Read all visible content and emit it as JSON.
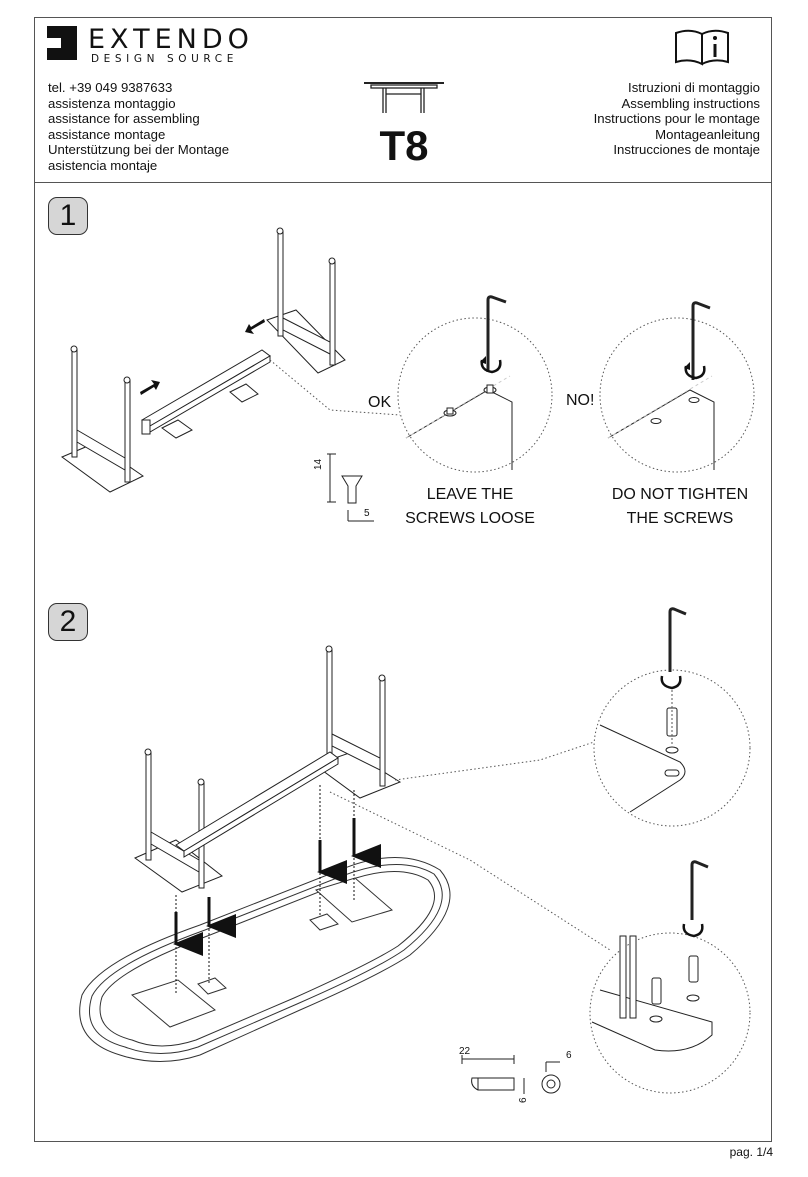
{
  "header": {
    "brand_name": "EXTENDO",
    "brand_tagline": "DESIGN SOURCE",
    "contact_lines": [
      "tel. +39 049 9387633",
      "assistenza montaggio",
      "assistance for assembling",
      "assistance montage",
      "Unterstützung bei der Montage",
      "asistencia montaje"
    ],
    "model": "T8",
    "instruction_lines": [
      "Istruzioni di montaggio",
      "Assembling instructions",
      "Instructions pour le montage",
      "Montageanleitung",
      "Instrucciones de montaje"
    ],
    "info_icon": "manual-info-icon"
  },
  "step1": {
    "number": "1",
    "ok_label": "OK",
    "no_label": "NO!",
    "ok_caption": [
      "LEAVE THE",
      "SCREWS LOOSE"
    ],
    "no_caption": [
      "DO NOT TIGHTEN",
      "THE SCREWS"
    ],
    "screw_length": "14",
    "screw_diameter": "5"
  },
  "step2": {
    "number": "2",
    "bolt_length": "22",
    "bolt_diameter": "6",
    "washer_size": "6"
  },
  "footer": {
    "page": "pag. 1/4"
  }
}
